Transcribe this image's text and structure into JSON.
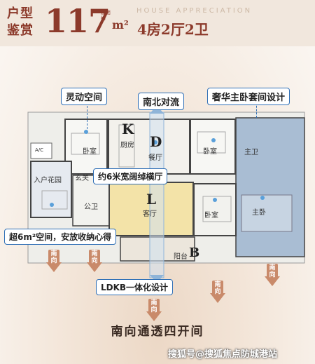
{
  "header": {
    "title": "户型鉴赏",
    "area": "117",
    "area_note": "建面约",
    "area_unit": "m²",
    "subtitle_en": "HOUSE APPRECIATION",
    "layout": "4房2厅2卫"
  },
  "rooms": {
    "bedroom_1": "卧室",
    "kitchen": "厨房",
    "kitchen_letter": "K",
    "dining": "餐厅",
    "dining_letter": "D",
    "bedroom_2": "卧室",
    "master_bath": "主卫",
    "master_bed": "主卧",
    "ac": "A/C",
    "entry_garden": "入户花园",
    "foyer": "玄关",
    "public_bath": "公卫",
    "living": "客厅",
    "living_letter": "L",
    "bedroom_3": "卧室",
    "balcony": "阳台",
    "balcony_letter": "B"
  },
  "callouts": {
    "flexible_space": "灵动空间",
    "north_south": "南北对流",
    "master_suite": "奢华主卧套间设计",
    "wide_hall": "约6米宽阔绰横厅",
    "storage": "超6m²空间，安放收纳心得",
    "ldkb": "LDKB一体化设计"
  },
  "arrows": [
    "南向",
    "南向",
    "南向",
    "南向",
    "南向",
    "南向"
  ],
  "bottom_title": "南向通透四开间",
  "watermark": "搜狐号@搜狐焦点防城港站",
  "colors": {
    "accent": "#8c3a2b",
    "callout_border": "#2f6fb6",
    "arrow": "#c98a6a",
    "master_suite": "#a9bdd3",
    "living": "#f3e3a8"
  }
}
